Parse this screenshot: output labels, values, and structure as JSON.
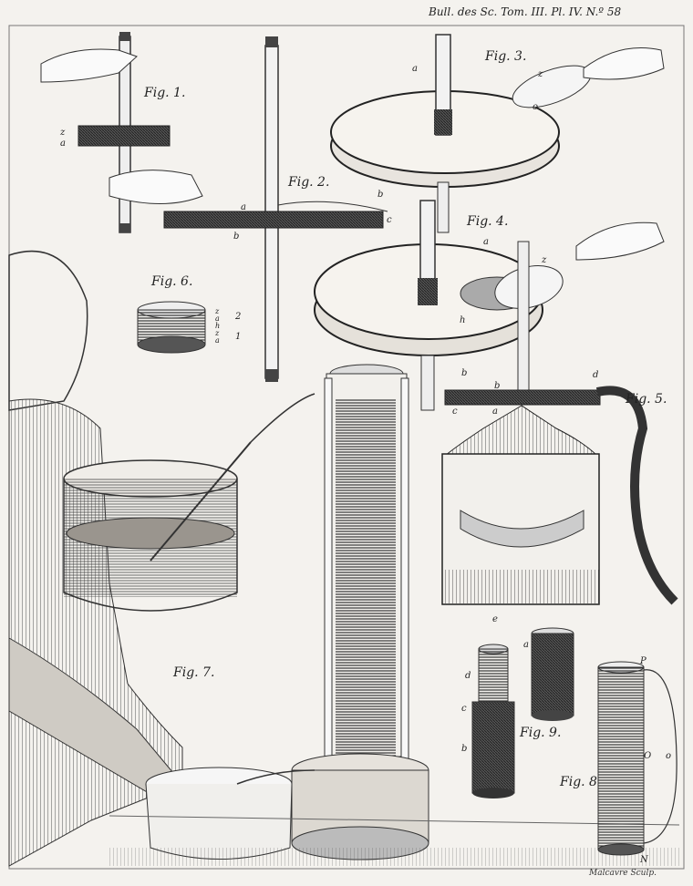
{
  "header": "Bull. des Sc. Tom. III. Pl. IV. N.º 58",
  "signature": "Malcavre Sculp.",
  "figures": {
    "fig1": "Fig. 1.",
    "fig2": "Fig. 2.",
    "fig3": "Fig. 3.",
    "fig4": "Fig. 4.",
    "fig5": "Fig. 5.",
    "fig6": "Fig. 6.",
    "fig7": "Fig. 7.",
    "fig8": "Fig. 8",
    "fig9": "Fig. 9."
  },
  "letters": {
    "z": "z",
    "a": "a",
    "b": "b",
    "c": "c",
    "d": "d",
    "h": "h",
    "o": "o",
    "O": "O",
    "P": "P",
    "N": "N",
    "e": "e",
    "two": "2",
    "one": "1"
  }
}
